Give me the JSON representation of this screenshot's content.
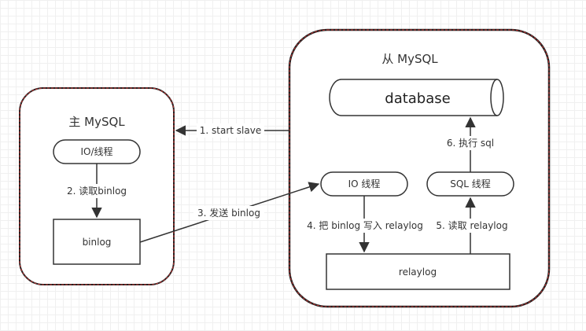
{
  "master": {
    "title": "主 MySQL",
    "io_thread": "IO/线程",
    "binlog": "binlog"
  },
  "slave": {
    "title": "从 MySQL",
    "database": "database",
    "io_thread": "IO 线程",
    "sql_thread": "SQL 线程",
    "relaylog": "relaylog"
  },
  "edges": {
    "start_slave": "1. start slave",
    "read_binlog": "2. 读取binlog",
    "send_binlog": "3. 发送 binlog",
    "write_relaylog": "4. 把 binlog 写入 relaylog",
    "read_relaylog": "5. 读取 relaylog",
    "exec_sql": "6. 执行 sql"
  },
  "colors": {
    "container_border": "#c0302f",
    "stroke": "#333333"
  }
}
